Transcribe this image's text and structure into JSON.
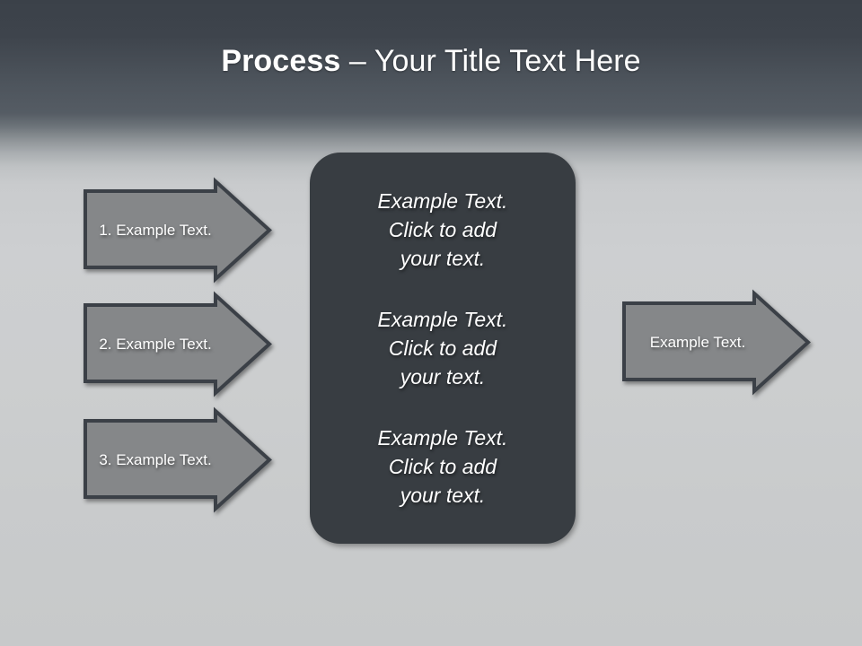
{
  "slide": {
    "title": {
      "strong": "Process",
      "rest": " – Your Title Text Here"
    },
    "colors": {
      "background_top": "#3b4149",
      "background_bottom": "#c7c9ca",
      "center_box_fill": "#383d42",
      "arrow_fill": "#858789",
      "arrow_stroke": "#3b4046",
      "text_light": "#ffffff"
    },
    "input_arrows": [
      {
        "label": "1. Example Text."
      },
      {
        "label": "2. Example Text."
      },
      {
        "label": "3. Example Text."
      }
    ],
    "center_blocks": [
      {
        "line1": "Example Text.",
        "line2": "Click  to add",
        "line3": "your text."
      },
      {
        "line1": "Example Text.",
        "line2": "Click  to add",
        "line3": "your text."
      },
      {
        "line1": "Example Text.",
        "line2": "Click  to add",
        "line3": "your text."
      }
    ],
    "output_arrow": {
      "label": "Example Text."
    }
  }
}
